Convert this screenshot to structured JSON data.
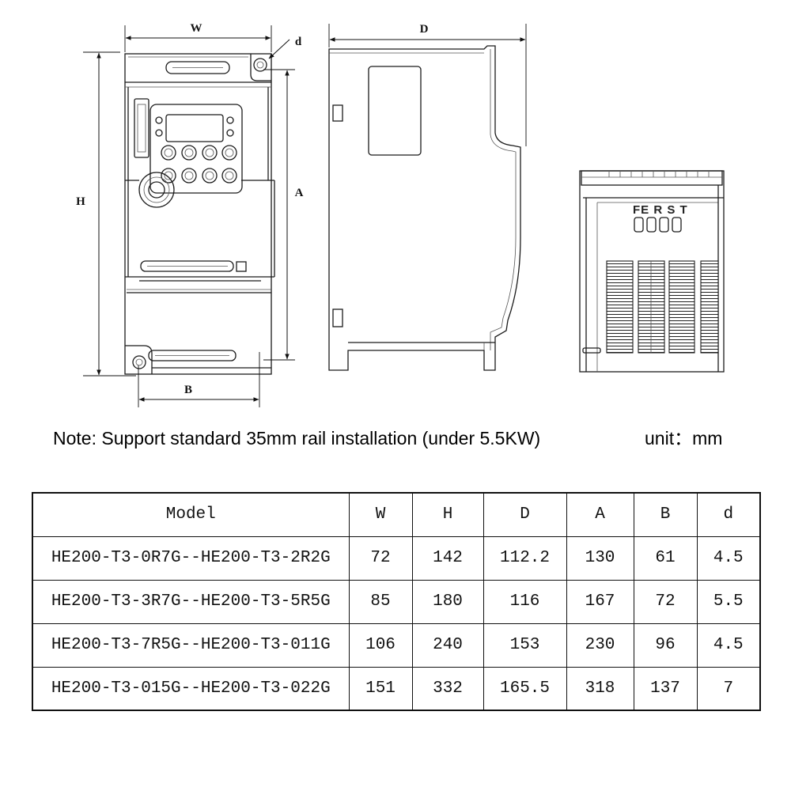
{
  "drawing": {
    "labels": {
      "w": "W",
      "h": "H",
      "a": "A",
      "b": "B",
      "d_small": "d",
      "d_depth": "D"
    },
    "terminal_marking": "FE R S T"
  },
  "note": {
    "text": "Note: Support standard 35mm rail installation (under 5.5KW)",
    "unit": "unit：mm"
  },
  "table": {
    "headers": [
      "Model",
      "W",
      "H",
      "D",
      "A",
      "B",
      "d"
    ],
    "rows": [
      {
        "model": "HE200-T3-0R7G--HE200-T3-2R2G",
        "W": "72",
        "H": "142",
        "D": "112.2",
        "A": "130",
        "B": "61",
        "d": "4.5"
      },
      {
        "model": "HE200-T3-3R7G--HE200-T3-5R5G",
        "W": "85",
        "H": "180",
        "D": "116",
        "A": "167",
        "B": "72",
        "d": "5.5"
      },
      {
        "model": "HE200-T3-7R5G--HE200-T3-011G",
        "W": "106",
        "H": "240",
        "D": "153",
        "A": "230",
        "B": "96",
        "d": "4.5"
      },
      {
        "model": "HE200-T3-015G--HE200-T3-022G",
        "W": "151",
        "H": "332",
        "D": "165.5",
        "A": "318",
        "B": "137",
        "d": "7"
      }
    ]
  }
}
